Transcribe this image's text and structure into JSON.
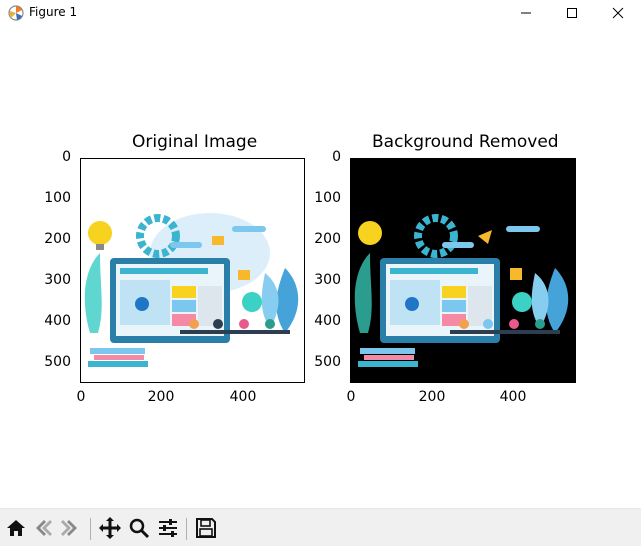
{
  "window": {
    "title": "Figure 1"
  },
  "left_axes": {
    "title": "Original Image",
    "y_ticks": [
      "0",
      "100",
      "200",
      "300",
      "400",
      "500"
    ],
    "x_ticks": [
      "0",
      "200",
      "400"
    ]
  },
  "right_axes": {
    "title": "Background Removed",
    "y_ticks": [
      "0",
      "100",
      "200",
      "300",
      "400",
      "500"
    ],
    "x_ticks": [
      "0",
      "200",
      "400"
    ]
  },
  "toolbar": {
    "icons": [
      "home-icon",
      "back-icon",
      "forward-icon",
      "pan-icon",
      "zoom-icon",
      "configure-subplots-icon",
      "save-icon"
    ]
  }
}
